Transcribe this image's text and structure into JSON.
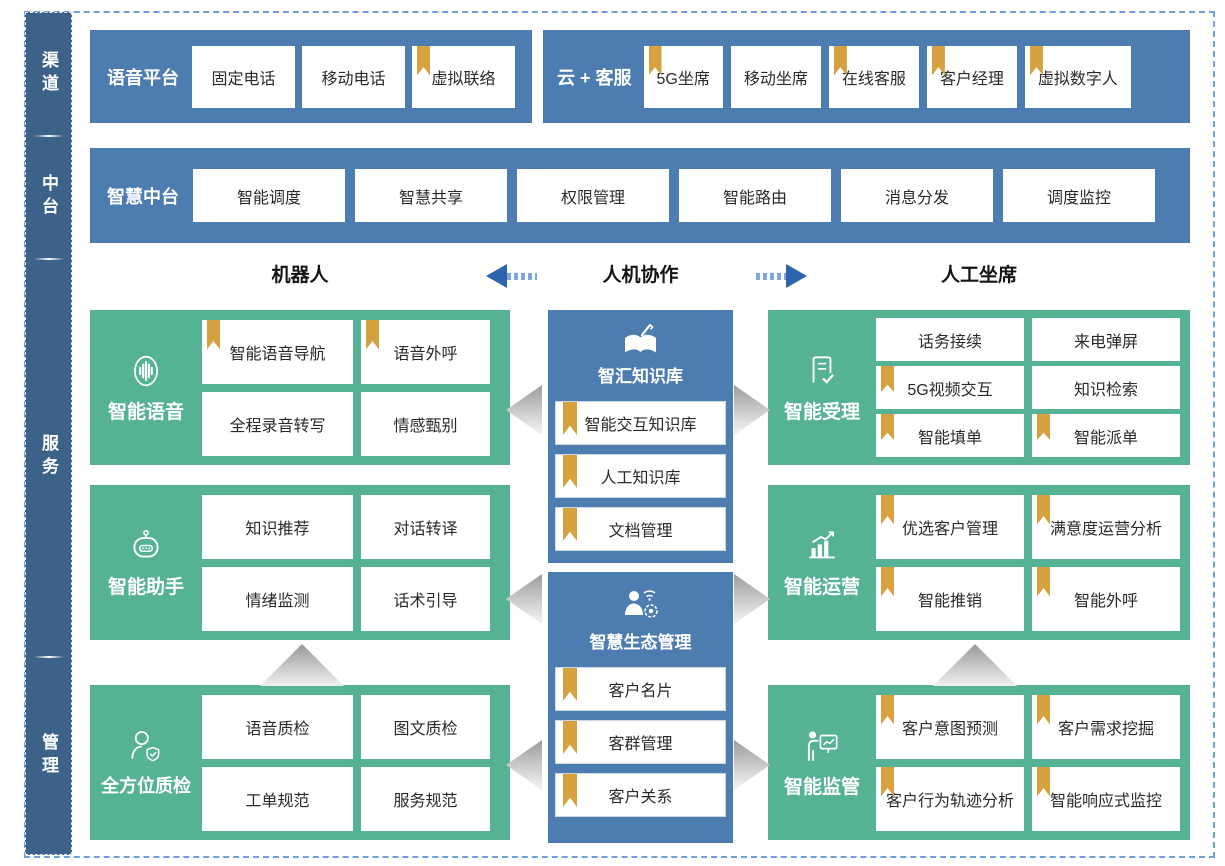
{
  "colors": {
    "sidebar_blue": "#3d6289",
    "block_blue": "#4c7cb0",
    "module_green": "#55b294",
    "bookmark_gold": "#d6a23f",
    "arrow_blue": "#2c64ad",
    "dashed_border_blue": "#6f9fd8"
  },
  "sidebar": {
    "items": [
      {
        "label": "渠道"
      },
      {
        "label": "中台"
      },
      {
        "label": "服务"
      },
      {
        "label": "管理"
      }
    ]
  },
  "channel_row": {
    "voice_platform": {
      "label": "语音平台",
      "items": [
        {
          "label": "固定电话"
        },
        {
          "label": "移动电话"
        },
        {
          "label": "虚拟联络",
          "bookmark": true
        }
      ]
    },
    "cloud_service": {
      "label": "云 + 客服",
      "items": [
        {
          "label": "5G坐席",
          "bookmark": true
        },
        {
          "label": "移动坐席"
        },
        {
          "label": "在线客服",
          "bookmark": true
        },
        {
          "label": "客户经理",
          "bookmark": true
        },
        {
          "label": "虚拟数字人",
          "bookmark": true
        }
      ]
    }
  },
  "midplatform_row": {
    "label": "智慧中台",
    "items": [
      {
        "label": "智能调度"
      },
      {
        "label": "智慧共享"
      },
      {
        "label": "权限管理"
      },
      {
        "label": "智能路由"
      },
      {
        "label": "消息分发"
      },
      {
        "label": "调度监控"
      }
    ]
  },
  "collab_header": {
    "left": "机器人",
    "center": "人机协作",
    "right": "人工坐席"
  },
  "modules": {
    "left": [
      {
        "label": "智能语音",
        "icon": "voice-icon",
        "items": [
          {
            "label": "智能语音导航",
            "bookmark": true
          },
          {
            "label": "语音外呼",
            "bookmark": true
          },
          {
            "label": "全程录音转写"
          },
          {
            "label": "情感甄别"
          }
        ]
      },
      {
        "label": "智能助手",
        "icon": "robot-icon",
        "items": [
          {
            "label": "知识推荐"
          },
          {
            "label": "对话转译"
          },
          {
            "label": "情绪监测"
          },
          {
            "label": "话术引导"
          }
        ]
      },
      {
        "label": "全方位质检",
        "icon": "quality-inspector-icon",
        "items": [
          {
            "label": "语音质检"
          },
          {
            "label": "图文质检"
          },
          {
            "label": "工单规范"
          },
          {
            "label": "服务规范"
          }
        ]
      }
    ],
    "center": [
      {
        "label": "智汇知识库",
        "icon": "knowledge-book-icon",
        "items": [
          {
            "label": "智能交互知识库",
            "bookmark": true
          },
          {
            "label": "人工知识库",
            "bookmark": true
          },
          {
            "label": "文档管理",
            "bookmark": true
          }
        ]
      },
      {
        "label": "智慧生态管理",
        "icon": "ecosystem-person-icon",
        "items": [
          {
            "label": "客户名片",
            "bookmark": true
          },
          {
            "label": "客群管理",
            "bookmark": true
          },
          {
            "label": "客户关系",
            "bookmark": true
          }
        ]
      }
    ],
    "right": [
      {
        "label": "智能受理",
        "icon": "document-check-icon",
        "items": [
          {
            "label": "话务接续"
          },
          {
            "label": "来电弹屏"
          },
          {
            "label": "5G视频交互",
            "bookmark": true
          },
          {
            "label": "知识检索"
          },
          {
            "label": "智能填单",
            "bookmark": true
          },
          {
            "label": "智能派单",
            "bookmark": true
          }
        ]
      },
      {
        "label": "智能运营",
        "icon": "growth-chart-icon",
        "items": [
          {
            "label": "优选客户管理",
            "bookmark": true
          },
          {
            "label": "满意度运营分析",
            "bookmark": true
          },
          {
            "label": "智能推销",
            "bookmark": true
          },
          {
            "label": "智能外呼",
            "bookmark": true
          }
        ]
      },
      {
        "label": "智能监管",
        "icon": "presenter-board-icon",
        "items": [
          {
            "label": "客户意图预测",
            "bookmark": true
          },
          {
            "label": "客户需求挖掘",
            "bookmark": true
          },
          {
            "label": "客户行为轨迹分析",
            "bookmark": true
          },
          {
            "label": "智能响应式监控",
            "bookmark": true
          }
        ]
      }
    ]
  }
}
